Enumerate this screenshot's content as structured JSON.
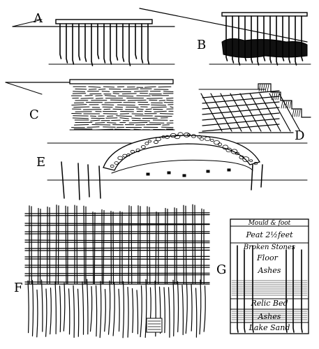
{
  "panels": {
    "A": {
      "letter": "A"
    },
    "B": {
      "letter": "B"
    },
    "C": {
      "letter": "C"
    },
    "D": {
      "letter": "D"
    },
    "E": {
      "letter": "E"
    },
    "F": {
      "letter": "F"
    },
    "G": {
      "letter": "G",
      "layers": [
        "Mould & foot",
        "Peat 2½feet",
        "Broken Stones",
        "Floor",
        "Ashes",
        "Relic Bed",
        "Ashes",
        "Lake Sand"
      ]
    }
  }
}
